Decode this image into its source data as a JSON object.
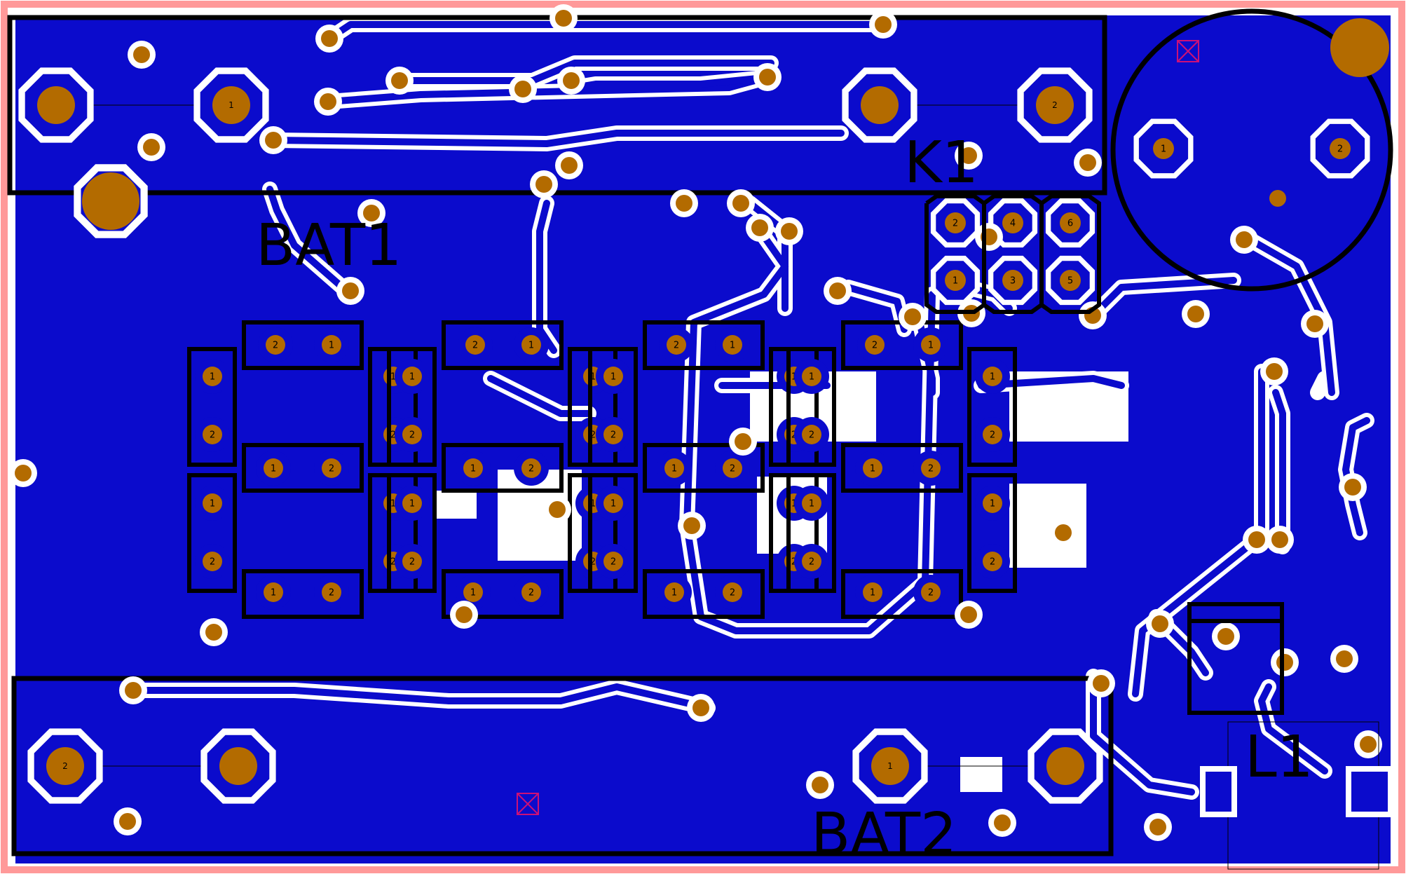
{
  "colors": {
    "board_edge": "#ff9999",
    "copper": "#0b0bcc",
    "clearance": "#ffffff",
    "silkscreen": "#000000",
    "pad": "#b36b00",
    "marker": "#cc1177"
  },
  "labels": {
    "bat1": "BAT1",
    "bat2": "BAT2",
    "k1": "K1",
    "l1": "L1"
  },
  "pin_numbers": {
    "one": "1",
    "two": "2",
    "three": "3",
    "four": "4",
    "five": "5",
    "six": "6"
  }
}
